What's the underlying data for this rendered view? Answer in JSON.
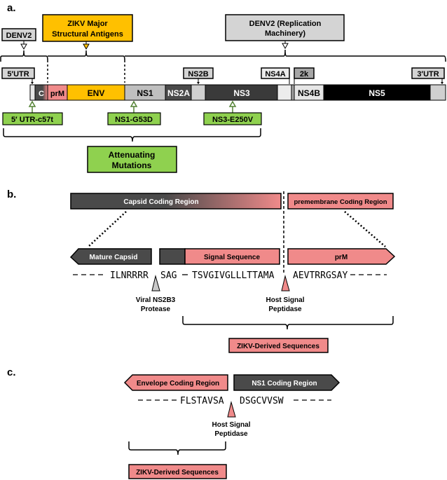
{
  "panel_a": {
    "label": "a.",
    "top_boxes": {
      "denv2": "DENV2",
      "zikv_line1": "ZIKV Major",
      "zikv_line2": "Structural Antigens",
      "denv2_rep_line1": "DENV2 (Replication",
      "denv2_rep_line2": "Machinery)"
    },
    "callouts": {
      "utr5": "5′UTR",
      "ns2b": "NS2B",
      "ns4a": "NS4A",
      "k2": "2k",
      "utr3": "3′UTR"
    },
    "segments": {
      "c": "C",
      "prm": "prM",
      "env": "ENV",
      "ns1": "NS1",
      "ns2a": "NS2A",
      "ns3": "NS3",
      "ns4b": "NS4B",
      "ns5": "NS5"
    },
    "mutations": {
      "m1": "5′ UTR-c57t",
      "m2": "NS1-G53D",
      "m3": "NS3-E250V"
    },
    "attenuating_line1": "Attenuating",
    "attenuating_line2": "Mutations"
  },
  "panel_b": {
    "label": "b.",
    "capsid_region": "Capsid Coding Region",
    "premembrane_region": "premembrane Coding Region",
    "mature_capsid": "Mature Capsid",
    "signal_sequence": "Signal Sequence",
    "prm": "prM",
    "seq_left": "ILNRRRR",
    "seq_mid1": "SAG",
    "seq_mid2": "TSVGIVGLLLTTAMA",
    "seq_right": "AEVTRRGSAY",
    "protease_line1": "Viral NS2B3",
    "protease_line2": "Protease",
    "peptidase_line1": "Host Signal",
    "peptidase_line2": "Peptidase",
    "zikv_derived": "ZIKV-Derived Sequences"
  },
  "panel_c": {
    "label": "c.",
    "envelope_region": "Envelope Coding Region",
    "ns1_region": "NS1 Coding Region",
    "seq_left": "FLSTAVSA",
    "seq_right": "DSGCVVSW",
    "peptidase_line1": "Host Signal",
    "peptidase_line2": "Peptidase",
    "zikv_derived": "ZIKV-Derived Sequences"
  },
  "colors": {
    "gray_light": "#d4d4d4",
    "gray_mid": "#bdbdbd",
    "gray_dark": "#4a4a4a",
    "gray_darker": "#3a3a3a",
    "black": "#000000",
    "pink": "#f08a8a",
    "orange": "#ffc000",
    "green": "#8fd14f",
    "arrow_green": "#548235"
  }
}
